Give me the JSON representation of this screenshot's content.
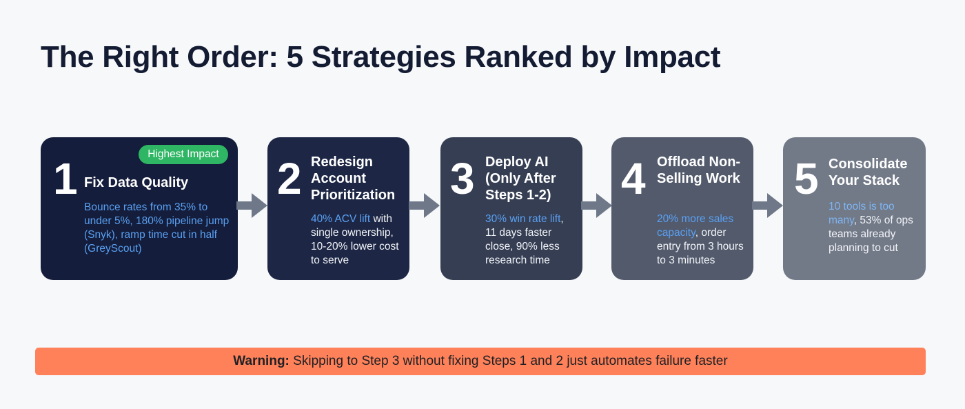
{
  "title": "The Right Order: 5 Strategies Ranked by Impact",
  "steps": [
    {
      "number": "1",
      "heading": "Fix Data Quality",
      "badge": "Highest Impact",
      "highlight": "Bounce rates from 35% to under 5%, 180% pipeline jump (Snyk), ramp time cut in half (GreyScout)",
      "text": "",
      "color": "#141d3b"
    },
    {
      "number": "2",
      "heading": "Redesign Account Prioritization",
      "highlight": "40% ACV lift",
      "text": " with single ownership, 10-20% lower cost to serve",
      "color": "#1d2745"
    },
    {
      "number": "3",
      "heading": "Deploy AI (Only After Steps 1-2)",
      "highlight": "30% win rate lift",
      "text": ", 11 days faster close, 90% less research time",
      "color": "#353e53"
    },
    {
      "number": "4",
      "heading": "Offload Non-Selling Work",
      "highlight": "20% more sales capacity",
      "text": ", order entry from 3 hours to 3 minutes",
      "color": "#525a6c"
    },
    {
      "number": "5",
      "heading": "Consolidate Your Stack",
      "highlight": "10 tools is too many",
      "text": ", 53% of ops teams already planning to cut",
      "color": "#727987"
    }
  ],
  "warning": {
    "label": "Warning:",
    "text": " Skipping to Step 3 without fixing Steps 1 and 2 just automates failure faster"
  },
  "colors": {
    "title": "#141c33",
    "badge": "#2eb664",
    "highlight": "#5aa0f2",
    "arrow": "#6f7889",
    "warning": "#fe8159"
  }
}
